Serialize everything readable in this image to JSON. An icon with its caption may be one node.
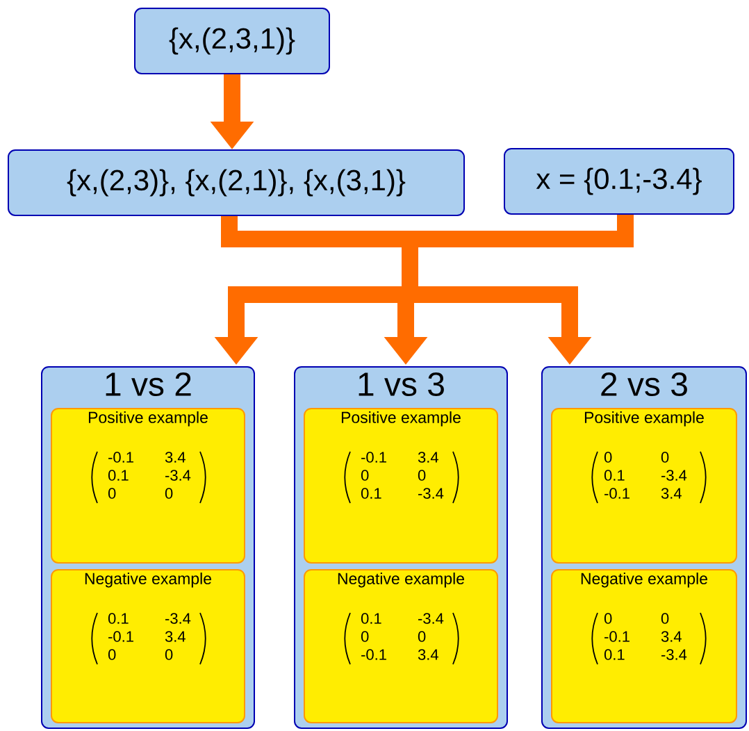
{
  "diagram": {
    "nodes": [
      {
        "text": [
          "{x,(2,3,1)}"
        ]
      },
      {
        "text": [
          "{x,(2,3)}, {x,(2,1)}, {x,(3,1)}"
        ]
      },
      {
        "text": [
          "x = {0.1;-3.4}"
        ]
      },
      {
        "text": [
          "1 vs 2"
        ]
      },
      {
        "text": [
          "Positive example",
          "-0.1",
          "3.4",
          "0.1",
          "-3.4",
          "0",
          "0"
        ],
        "in": 3
      },
      {
        "text": [
          "Negative example",
          "0.1",
          "-3.4",
          "-0.1",
          "3.4",
          "0",
          "0"
        ],
        "in": 3
      },
      {
        "text": [
          "1 vs 3"
        ]
      },
      {
        "text": [
          "Positive example",
          "-0.1",
          "3.4",
          "0",
          "0",
          "0.1",
          "-3.4"
        ],
        "in": 6
      },
      {
        "text": [
          "Negative example",
          "0.1",
          "-3.4",
          "0",
          "0",
          "-0.1",
          "3.4"
        ],
        "in": 6
      },
      {
        "text": [
          "2 vs 3"
        ]
      },
      {
        "text": [
          "Positive example",
          "0",
          "0",
          "0.1",
          "-3.4",
          "-0.1",
          "3.4"
        ],
        "in": 9
      },
      {
        "text": [
          "Negative example",
          "0",
          "0",
          "-0.1",
          "3.4",
          "0.1",
          "-3.4"
        ],
        "in": 9
      }
    ],
    "edges": [
      {
        "from": 0,
        "to": 1,
        "arrow": "to"
      },
      {
        "from": 1,
        "to": 3,
        "arrow": "to"
      },
      {
        "from": 1,
        "to": 6,
        "arrow": "to"
      },
      {
        "from": 1,
        "to": 9,
        "arrow": "to"
      },
      {
        "from": 2,
        "to": 3,
        "arrow": "to"
      },
      {
        "from": 2,
        "to": 6,
        "arrow": "to"
      },
      {
        "from": 2,
        "to": 9,
        "arrow": "to"
      }
    ]
  }
}
